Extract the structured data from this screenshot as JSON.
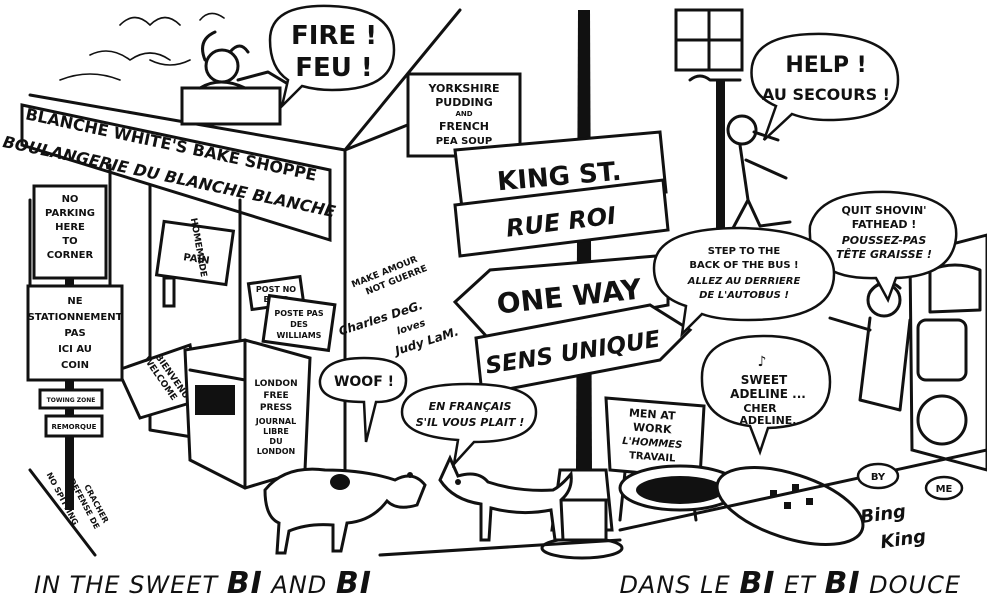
{
  "bubbles": {
    "fire": [
      "FIRE !",
      "FEU !"
    ],
    "help": [
      "HELP !",
      "AU SECOURS !"
    ],
    "quit": [
      "QUIT SHOVIN'",
      "FATHEAD !",
      "POUSSEZ-PAS",
      "TÊTE GRAISSE !"
    ],
    "bus": [
      "STEP TO THE",
      "BACK OF THE BUS !",
      "ALLEZ AU DERRIERE",
      "DE L'AUTOBUS !"
    ],
    "sweet": [
      "SWEET",
      "ADELINE ...",
      "CHER",
      "ADELINE.."
    ],
    "woof": "WOOF !",
    "french": [
      "EN FRANÇAIS",
      "S'IL VOUS PLAIT !"
    ],
    "by": "BY",
    "me": "ME"
  },
  "signs": {
    "shop": [
      "BLANCHE WHITE'S BAKE SHOPPE",
      "BOULANGERIE DU BLANCHE BLANCHE"
    ],
    "no_parking": [
      "NO",
      "PARKING",
      "HERE",
      "TO",
      "CORNER"
    ],
    "stationnement": [
      "NE",
      "STATIONNEMENT",
      "PAS",
      "ICI AU",
      "COIN"
    ],
    "homemade": [
      "HOMEMADE",
      "PAIN"
    ],
    "yorkshire": [
      "YORKSHIRE",
      "PUDDING",
      "AND",
      "FRENCH",
      "PEA SOUP"
    ],
    "king": "KING ST.",
    "rue": "RUE ROI",
    "one_way": "ONE WAY",
    "sens": "SENS UNIQUE",
    "men_at_work": [
      "MEN AT",
      "WORK",
      "L'HOMMES",
      "TRAVAIL"
    ],
    "post_no_bills": [
      "POST NO",
      "BILLS"
    ],
    "poste_pas": [
      "POSTE PAS",
      "DES",
      "WILLIAMS"
    ],
    "welcome": [
      "WELCOME",
      "BIENVENU"
    ],
    "small_1": "TOWING ZONE",
    "small_2": "REMORQUE"
  },
  "graffiti": [
    "MAKE AMOUR",
    "NOT GUERRE",
    "Charles DeG.",
    "loves",
    "Judy LaM."
  ],
  "newsbox": [
    "LONDON",
    "FREE",
    "PRESS",
    "JOURNAL",
    "LIBRE",
    "DU",
    "LONDON"
  ],
  "curb": [
    "NO SPITTING",
    "DEFENSE DE",
    "CRACHER"
  ],
  "signature": [
    "Bing",
    "King"
  ],
  "caption_left": {
    "pre": "IN THE SWEET ",
    "b1": "BI",
    "mid": " AND ",
    "b2": "BI"
  },
  "caption_right": {
    "pre": "DANS LE ",
    "b1": "BI",
    "mid": " ET ",
    "b2": "BI",
    "post": " DOUCE"
  }
}
